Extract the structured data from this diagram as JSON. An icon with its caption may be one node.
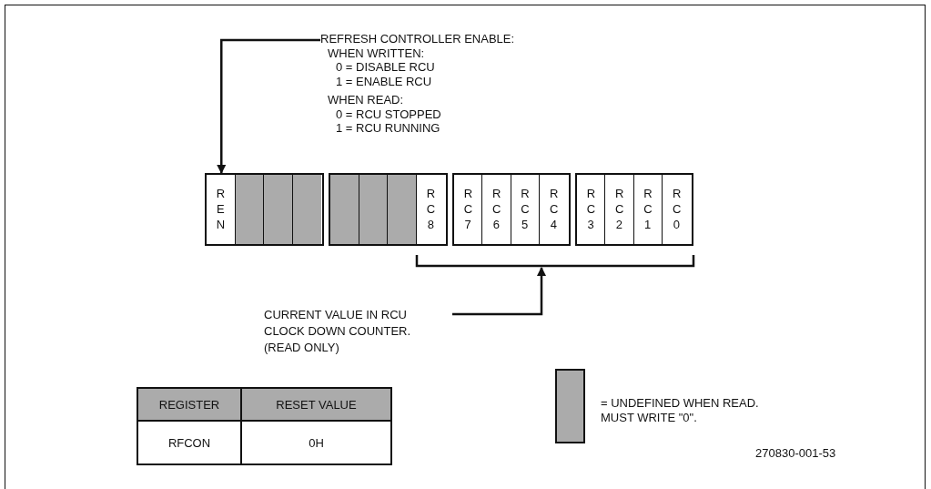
{
  "diagram": {
    "nodes": [
      {
        "text": [
          "REFRESH CONTROLLER ENABLE:",
          "WHEN WRITTEN:",
          "0 = DISABLE RCU",
          "1 = ENABLE RCU",
          "WHEN READ:",
          "0 = RCU STOPPED",
          "1 = RCU RUNNING"
        ]
      },
      {
        "text": [
          "REN"
        ]
      },
      {
        "text": [],
        "shape": "box"
      },
      {
        "text": [],
        "shape": "box"
      },
      {
        "text": [],
        "shape": "box"
      },
      {
        "text": [],
        "shape": "box"
      },
      {
        "text": [],
        "shape": "box"
      },
      {
        "text": [],
        "shape": "box"
      },
      {
        "text": [
          "RC8"
        ]
      },
      {
        "text": [
          "RC7"
        ]
      },
      {
        "text": [
          "RC6"
        ]
      },
      {
        "text": [
          "RC5"
        ]
      },
      {
        "text": [
          "RC4"
        ]
      },
      {
        "text": [
          "RC3"
        ]
      },
      {
        "text": [
          "RC2"
        ]
      },
      {
        "text": [
          "RC1"
        ]
      },
      {
        "text": [
          "RC0"
        ]
      },
      {
        "text": [
          "CURRENT VALUE IN RCU CLOCK DOWN COUNTER. (READ ONLY)"
        ]
      },
      {
        "text": [],
        "shape": "bracket"
      }
    ],
    "edges": [
      {
        "from": 0,
        "to": 1,
        "arrow": "to"
      },
      {
        "from": 17,
        "to": 18,
        "arrow": "to"
      }
    ],
    "labels": [
      "REGISTER",
      "RESET VALUE",
      "RFCON",
      "0H",
      "270830-001-53"
    ],
    "legend": [
      {
        "text": "= UNDEFINED WHEN READ. MUST WRITE \"0\".",
        "color": "#ababab"
      }
    ]
  }
}
